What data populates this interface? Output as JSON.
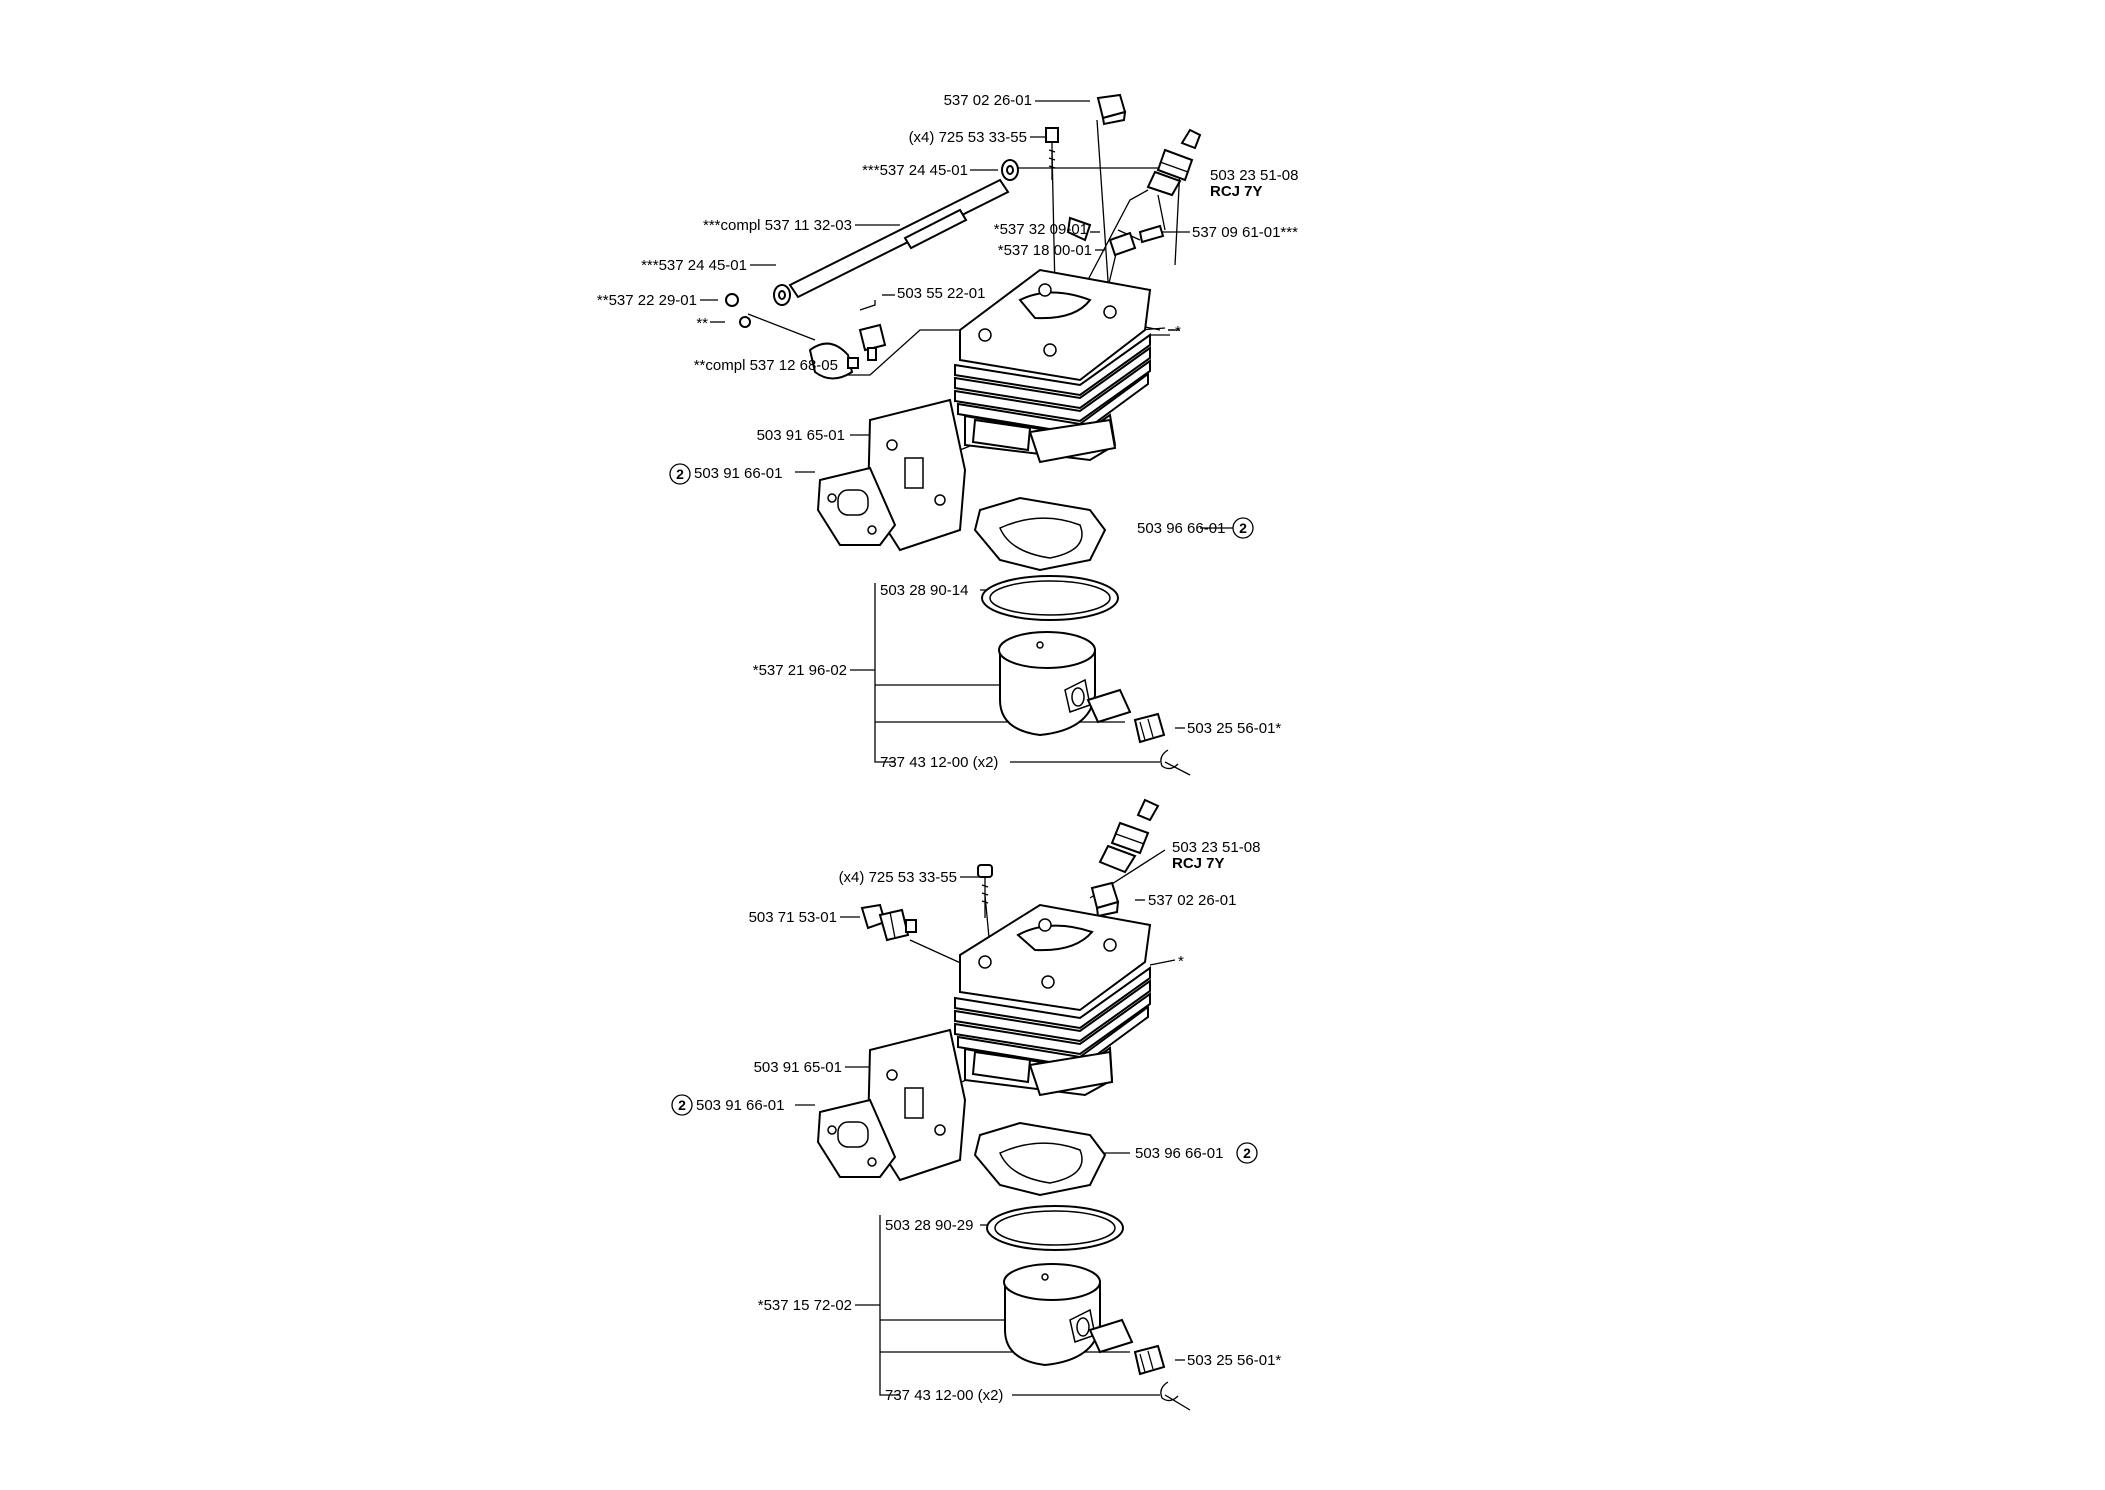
{
  "top": {
    "filter_cap": "537 02 26-01",
    "screw": {
      "qty": "(x4)",
      "part": "725 53 33-55"
    },
    "clamp_a": "***537 24 45-01",
    "hose_a": {
      "prefix": "***compl",
      "part": "537 11 32-03"
    },
    "clamp_b": "***537 24 45-01",
    "washer": "**537 22 29-01",
    "marker_dstar": "**",
    "bulb": {
      "prefix": "**compl",
      "part": "537 12 68-05"
    },
    "clip": "*537 32 09-01",
    "hose_b": "*537 18 00-01",
    "plug": {
      "part": "503 23 51-08",
      "type": "RCJ 7Y"
    },
    "nipple": "537 09 61-01***",
    "valve": "503 55 22-01",
    "cylinder_marker": "*",
    "heat_shield": "503 91 65-01",
    "exhaust_gasket": {
      "badge": "2",
      "part": "503 91 66-01"
    },
    "base_gasket": {
      "badge": "2",
      "part": "503 96 66-01"
    },
    "ring": "503 28 90-14",
    "piston_kit": "*537 21 96-02",
    "bearing": "503 25 56-01*",
    "circlip": {
      "part": "737 43 12-00",
      "qty": "(x2)"
    }
  },
  "bottom": {
    "screw": {
      "qty": "(x4)",
      "part": "725 53 33-55"
    },
    "plug": {
      "part": "503 23 51-08",
      "type": "RCJ 7Y"
    },
    "filter_cap": "537 02 26-01",
    "decomp_valve": "503 71 53-01",
    "cylinder_marker": "*",
    "heat_shield": "503 91 65-01",
    "exhaust_gasket": {
      "badge": "2",
      "part": "503 91 66-01"
    },
    "base_gasket": {
      "badge": "2",
      "part": "503 96 66-01"
    },
    "ring": "503 28 90-29",
    "piston_kit": "*537 15 72-02",
    "bearing": "503 25 56-01*",
    "circlip": {
      "part": "737 43 12-00",
      "qty": "(x2)"
    }
  }
}
